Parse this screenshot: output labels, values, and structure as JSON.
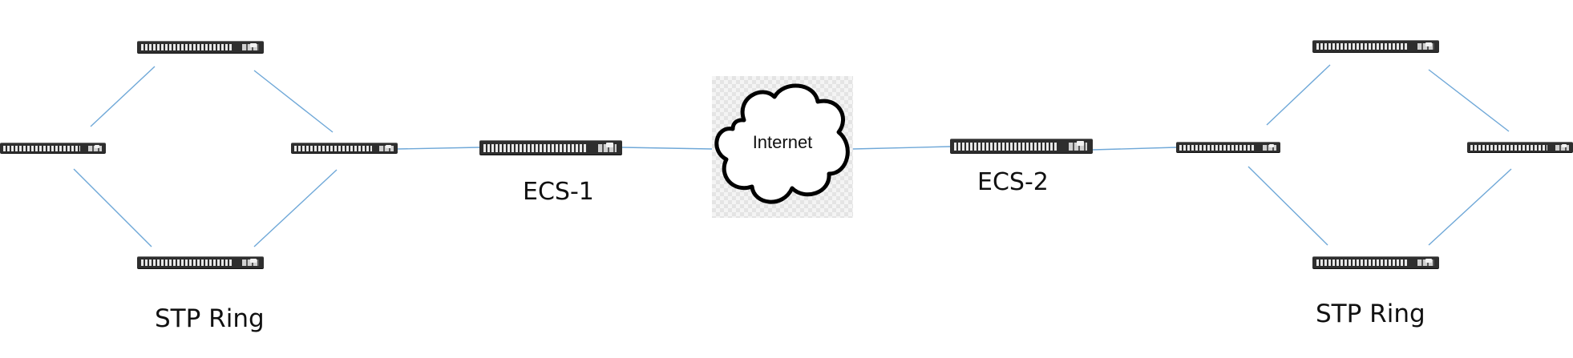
{
  "diagram": {
    "link_color": "#6fa8d8",
    "switch_color": "#2e2e2e",
    "nodes": [
      {
        "id": "left-ring-top"
      },
      {
        "id": "left-ring-left"
      },
      {
        "id": "left-ring-right"
      },
      {
        "id": "left-ring-bottom"
      },
      {
        "id": "ecs-1",
        "label": "ECS-1"
      },
      {
        "id": "internet",
        "label": "Internet",
        "icon": "cloud-icon"
      },
      {
        "id": "ecs-2",
        "label": "ECS-2"
      },
      {
        "id": "right-ring-left"
      },
      {
        "id": "right-ring-top"
      },
      {
        "id": "right-ring-right"
      },
      {
        "id": "right-ring-bottom"
      }
    ],
    "links": [
      [
        "left-ring-top",
        "left-ring-left"
      ],
      [
        "left-ring-top",
        "left-ring-right"
      ],
      [
        "left-ring-left",
        "left-ring-bottom"
      ],
      [
        "left-ring-right",
        "left-ring-bottom"
      ],
      [
        "left-ring-right",
        "ecs-1"
      ],
      [
        "ecs-1",
        "internet"
      ],
      [
        "internet",
        "ecs-2"
      ],
      [
        "ecs-2",
        "right-ring-left"
      ],
      [
        "right-ring-left",
        "right-ring-top"
      ],
      [
        "right-ring-top",
        "right-ring-right"
      ],
      [
        "right-ring-left",
        "right-ring-bottom"
      ],
      [
        "right-ring-right",
        "right-ring-bottom"
      ]
    ],
    "groups": [
      {
        "id": "left-ring",
        "label": "STP Ring"
      },
      {
        "id": "right-ring",
        "label": "STP Ring"
      }
    ]
  }
}
